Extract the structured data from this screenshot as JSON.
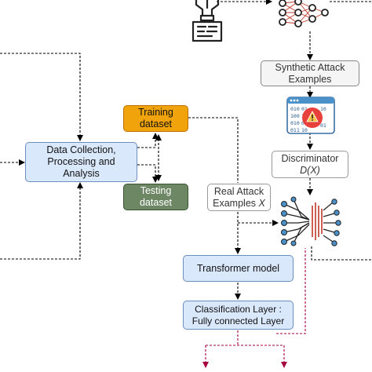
{
  "nodes": {
    "data_collection": [
      "Data Collection,",
      "Processing and",
      "Analysis"
    ],
    "training_dataset": [
      "Training",
      "dataset"
    ],
    "testing_dataset": [
      "Testing",
      "dataset"
    ],
    "synthetic_attack_examples": [
      "Synthetic Attack",
      "Examples"
    ],
    "discriminator": {
      "line1": "Discriminator",
      "line2": "D(X)"
    },
    "real_attack_examples": {
      "line1": "Real Attack",
      "line2a": "Examples ",
      "line2b": "X"
    },
    "transformer_model": "Transformer model",
    "classification_layer": [
      "Classification Layer :",
      "Fully connected Layer"
    ]
  },
  "icons": [
    "document-generator-icon",
    "neural-network-icon",
    "code-alert-icon",
    "neural-classifier-icon"
  ],
  "colors": {
    "blue_fill": "#dae8fc",
    "blue_border": "#6c8ebf",
    "orange_fill": "#f0a30a",
    "green_fill": "#6d8764",
    "red_arrow": "#a50040",
    "code_window_blue": "#4a90c9",
    "alert_red": "#e8413c"
  }
}
